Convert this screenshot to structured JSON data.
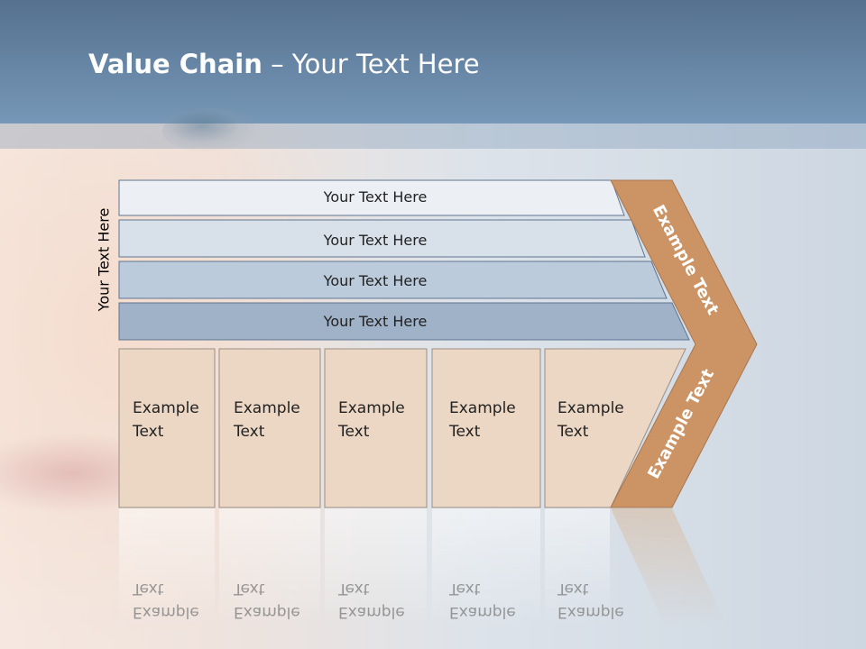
{
  "title": {
    "bold": "Value Chain",
    "rest": " – Your Text Here"
  },
  "side_label": "Your Text Here",
  "rows": [
    {
      "label": "Your Text Here",
      "fill": "#ecf0f5"
    },
    {
      "label": "Your Text Here",
      "fill": "#d8e1ea"
    },
    {
      "label": "Your Text Here",
      "fill": "#bccbdc"
    },
    {
      "label": "Your Text Here",
      "fill": "#9fb2c8"
    }
  ],
  "boxes": [
    {
      "line1": "Example",
      "line2": "Text"
    },
    {
      "line1": "Example",
      "line2": "Text"
    },
    {
      "line1": "Example",
      "line2": "Text"
    },
    {
      "line1": "Example",
      "line2": "Text"
    },
    {
      "line1": "Example",
      "line2": "Text"
    }
  ],
  "arrow": {
    "upper": "Example Text",
    "lower": "Example Text",
    "color": "#cc9464"
  },
  "colors": {
    "box_fill": "#ecd7c4",
    "box_stroke": "#9a8f86",
    "row_stroke": "#5f7590"
  }
}
